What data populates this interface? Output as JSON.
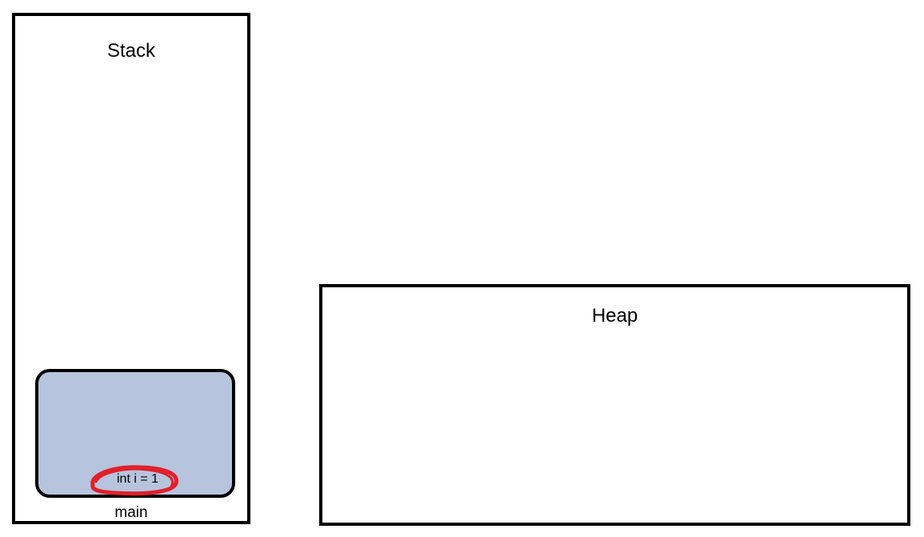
{
  "stack": {
    "title": "Stack",
    "frame": {
      "name": "main",
      "variable": "int i = 1",
      "fill_color": "#b7c4dd",
      "highlight_color": "#e0202a"
    }
  },
  "heap": {
    "title": "Heap"
  }
}
